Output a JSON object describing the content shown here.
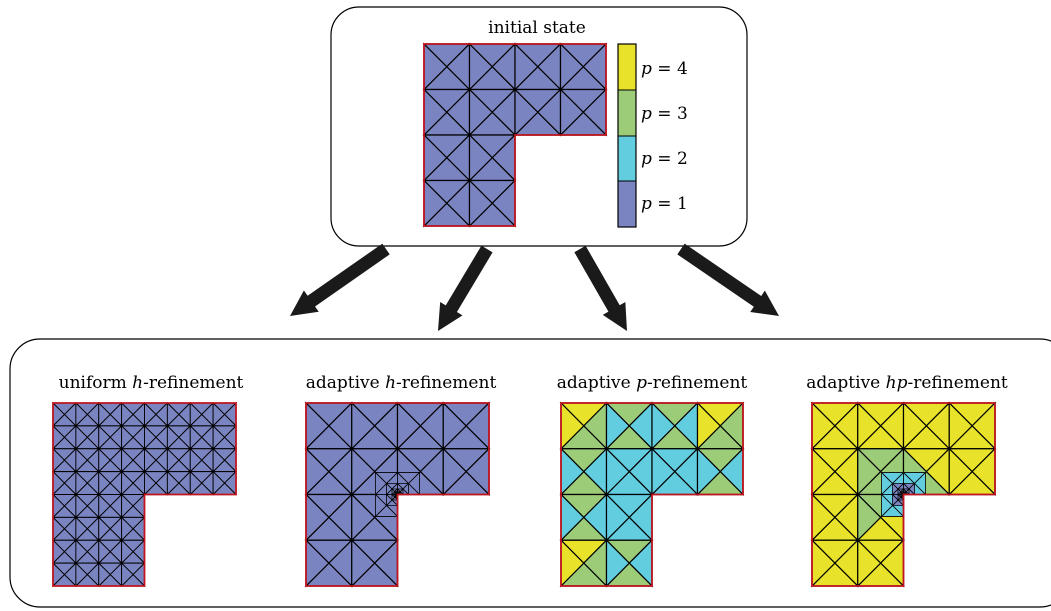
{
  "top_panel": {
    "title": "initial state"
  },
  "legend": {
    "entries": [
      {
        "var": "p",
        "op": " = ",
        "value": "4",
        "color": "#e8e32a"
      },
      {
        "var": "p",
        "op": " = ",
        "value": "3",
        "color": "#9ccc78"
      },
      {
        "var": "p",
        "op": " = ",
        "value": "2",
        "color": "#63cde0"
      },
      {
        "var": "p",
        "op": " = ",
        "value": "1",
        "color": "#7a84c0"
      }
    ]
  },
  "panels": [
    {
      "id": "uniform-h",
      "label_pre": "uniform ",
      "label_var": "h",
      "label_post": "-refinement"
    },
    {
      "id": "adaptive-h",
      "label_pre": "adaptive ",
      "label_var": "h",
      "label_post": "-refinement"
    },
    {
      "id": "adaptive-p",
      "label_pre": "adaptive ",
      "label_var": "p",
      "label_post": "-refinement"
    },
    {
      "id": "adaptive-hp",
      "label_pre": "adaptive ",
      "label_var": "hp",
      "label_post": "-refinement"
    }
  ],
  "colors": {
    "p1": "#7a84c0",
    "p2": "#63cde0",
    "p3": "#9ccc78",
    "p4": "#e8e32a",
    "boundary": "#c0141e",
    "mesh_line": "#000000",
    "arrow": "#1a1a1a"
  }
}
